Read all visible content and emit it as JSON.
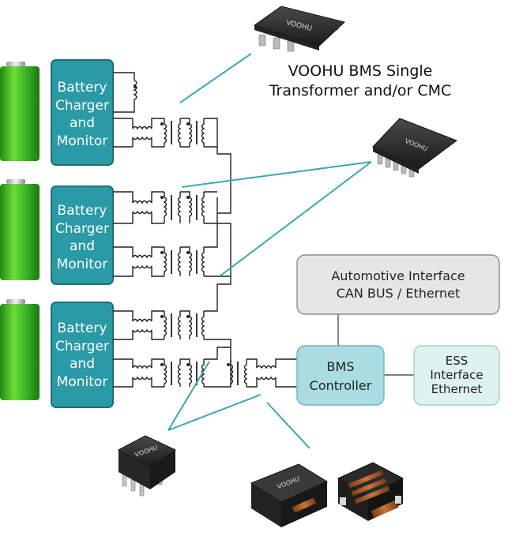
{
  "caption": {
    "line1": "VOOHU BMS Single",
    "line2": "Transformer and/or CMC"
  },
  "modules": [
    {
      "lines": [
        "Battery",
        "Charger",
        "and",
        "Monitor"
      ]
    },
    {
      "lines": [
        "Battery",
        "Charger",
        "and",
        "Monitor"
      ]
    },
    {
      "lines": [
        "Battery",
        "Charger",
        "and",
        "Monitor"
      ]
    }
  ],
  "automotive_interface": {
    "line1": "Automotive Interface",
    "line2": "CAN BUS / Ethernet"
  },
  "bms_controller": {
    "line1": "BMS",
    "line2": "Controller"
  },
  "ess_interface": {
    "line1": "ESS",
    "line2": "Interface",
    "line3": "Ethernet"
  },
  "component_marking": "VOOHU",
  "colors": {
    "module_fill": "#2a9aa6",
    "module_stroke": "#1d6f78",
    "battery_green": "#3fbf2a",
    "leader_line": "#3aa8b0",
    "bms_fill": "#a9dde2",
    "ess_fill": "#dff1f1",
    "auto_fill": "#e6e6e6"
  }
}
